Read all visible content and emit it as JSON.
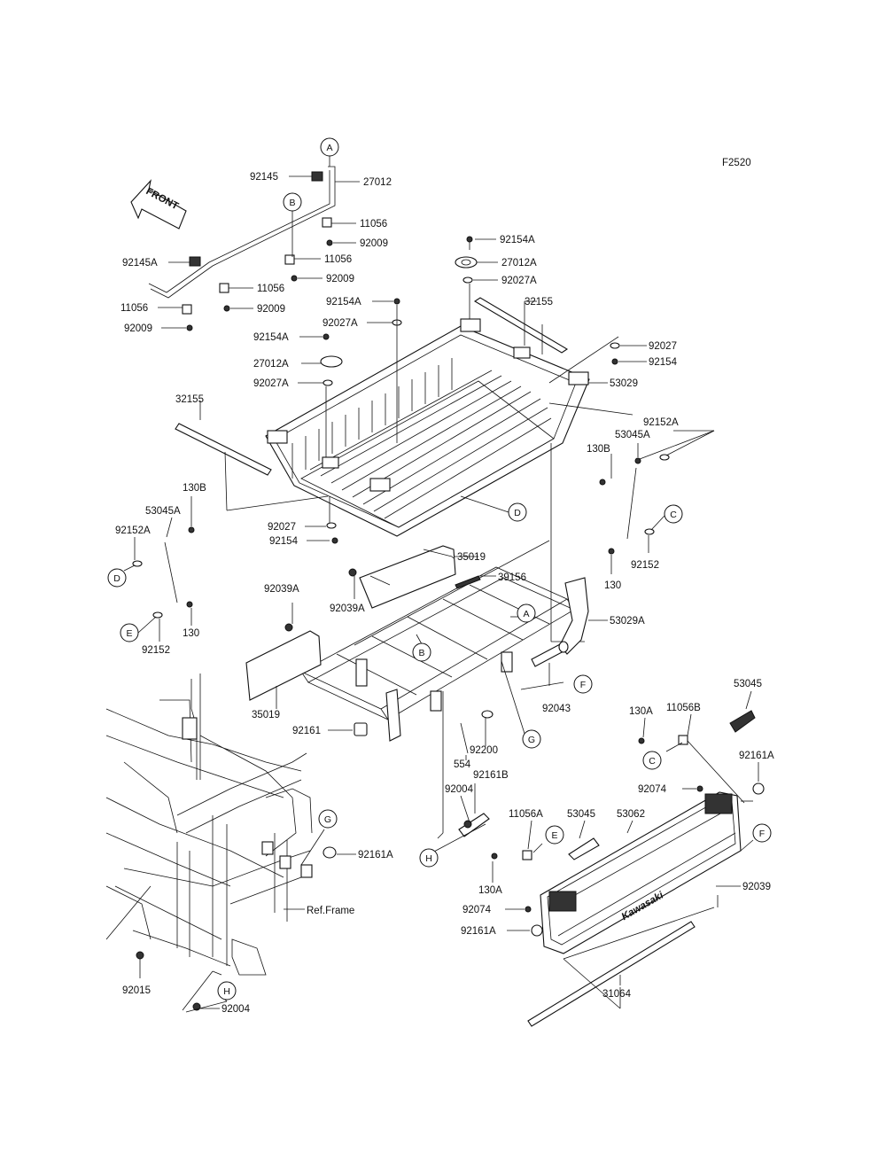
{
  "diagram_code": "F2520",
  "front_label": "FRONT",
  "ref_frame": "Ref.Frame",
  "brand_logo": "Kawasaki",
  "parts": {
    "p92145": "92145",
    "p27012": "27012",
    "p11056_a": "11056",
    "p92009_a": "92009",
    "p11056_b": "11056",
    "p92009_b": "92009",
    "p92145A": "92145A",
    "p11056_c": "11056",
    "p92009_c": "92009",
    "p11056_d": "11056",
    "p92009_d": "92009",
    "p92154A_a": "92154A",
    "p27012A_a": "27012A",
    "p92027A_a": "92027A",
    "p32155_a": "32155",
    "p92154A_b": "92154A",
    "p92027A_b": "92027A",
    "p92154A_c": "92154A",
    "p27012A_b": "27012A",
    "p92027A_c": "92027A",
    "p92027_a": "92027",
    "p92154_a": "92154",
    "p53029": "53029",
    "p92152A_a": "92152A",
    "p53045A_a": "53045A",
    "p130B_a": "130B",
    "p32155_b": "32155",
    "p130B_b": "130B",
    "p53045A_b": "53045A",
    "p92152A_b": "92152A",
    "p130_a": "130",
    "p92152_a": "92152",
    "p92027_b": "92027",
    "p92154_b": "92154",
    "p35019_a": "35019",
    "p39156": "39156",
    "p92039A_a": "92039A",
    "p92039A_b": "92039A",
    "p92152_b": "92152",
    "p130_b": "130",
    "p53029A": "53029A",
    "p92043": "92043",
    "p35019_b": "35019",
    "p92161": "92161",
    "p92200": "92200",
    "p554": "554",
    "p92161B": "92161B",
    "p92004_a": "92004",
    "p53045_a": "53045",
    "p130A_a": "130A",
    "p11056B": "11056B",
    "p92161A_a": "92161A",
    "p92074_a": "92074",
    "p11056A": "11056A",
    "p53045_b": "53045",
    "p53062": "53062",
    "p92161A_b": "92161A",
    "p130A_b": "130A",
    "p92039": "92039",
    "p92074_b": "92074",
    "p92161A_c": "92161A",
    "p92015": "92015",
    "p92004_b": "92004",
    "p31064": "31064"
  },
  "callouts": {
    "A": "A",
    "B": "B",
    "C": "C",
    "D": "D",
    "E": "E",
    "F": "F",
    "G": "G",
    "H": "H"
  }
}
